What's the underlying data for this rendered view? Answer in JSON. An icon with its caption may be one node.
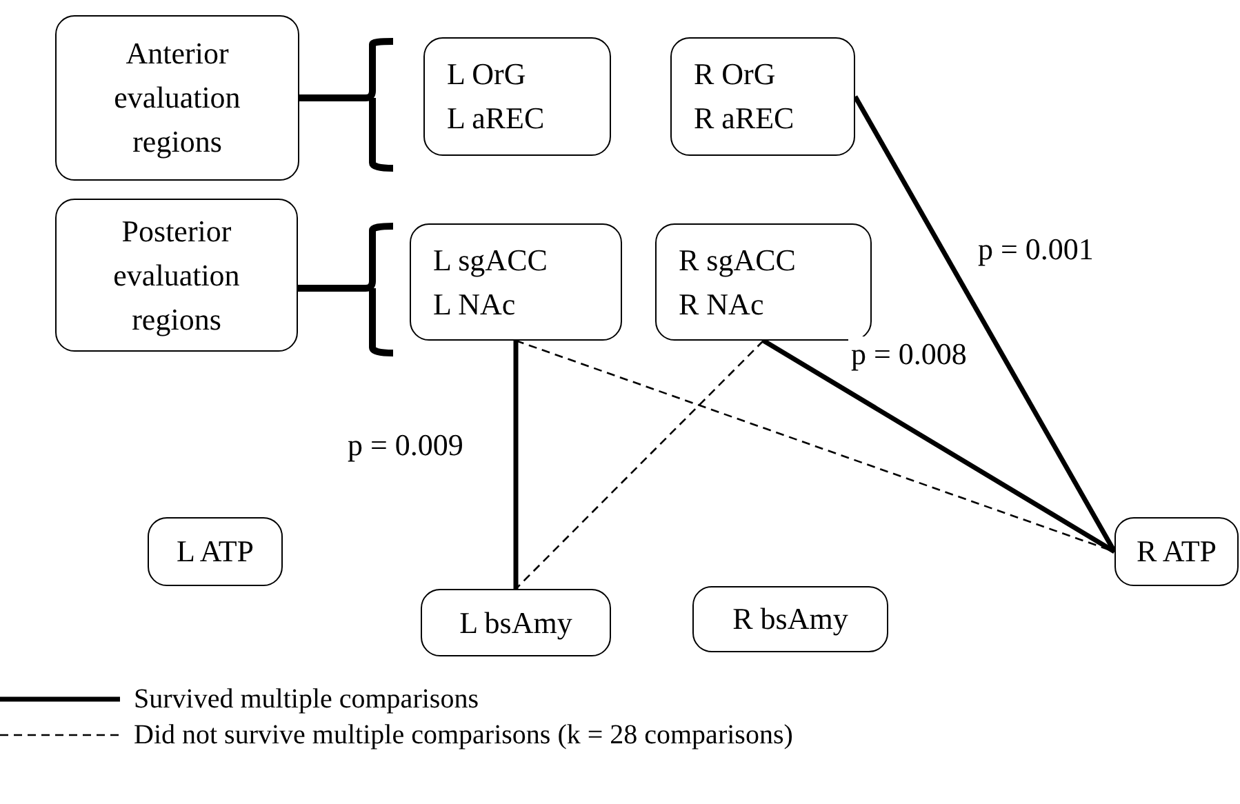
{
  "diagram": {
    "nodes": [
      {
        "text": [
          "Anterior evaluation regions"
        ]
      },
      {
        "text": [
          "L OrG",
          "L aREC"
        ]
      },
      {
        "text": [
          "R OrG",
          "R aREC"
        ]
      },
      {
        "text": [
          "Posterior evaluation regions"
        ]
      },
      {
        "text": [
          "L sgACC",
          "L NAc"
        ]
      },
      {
        "text": [
          "R sgACC",
          "R NAc"
        ]
      },
      {
        "text": [
          "L ATP"
        ]
      },
      {
        "text": [
          "R ATP"
        ]
      },
      {
        "text": [
          "L bsAmy"
        ]
      },
      {
        "text": [
          "R bsAmy"
        ]
      }
    ],
    "edges": [
      {
        "from": 2,
        "to": 7,
        "arrow": "none",
        "label": "p = 0.001"
      },
      {
        "from": 5,
        "to": 7,
        "arrow": "none",
        "label": "p = 0.008"
      },
      {
        "from": 4,
        "to": 8,
        "arrow": "none",
        "label": "p = 0.009"
      },
      {
        "from": 4,
        "to": 7,
        "arrow": "none",
        "style": "dashed"
      },
      {
        "from": 5,
        "to": 8,
        "arrow": "none",
        "style": "dashed"
      }
    ],
    "legend": [
      {
        "text": "Survived multiple comparisons"
      },
      {
        "text": "Did not survive multiple comparisons (k = 28 comparisons)"
      }
    ]
  }
}
